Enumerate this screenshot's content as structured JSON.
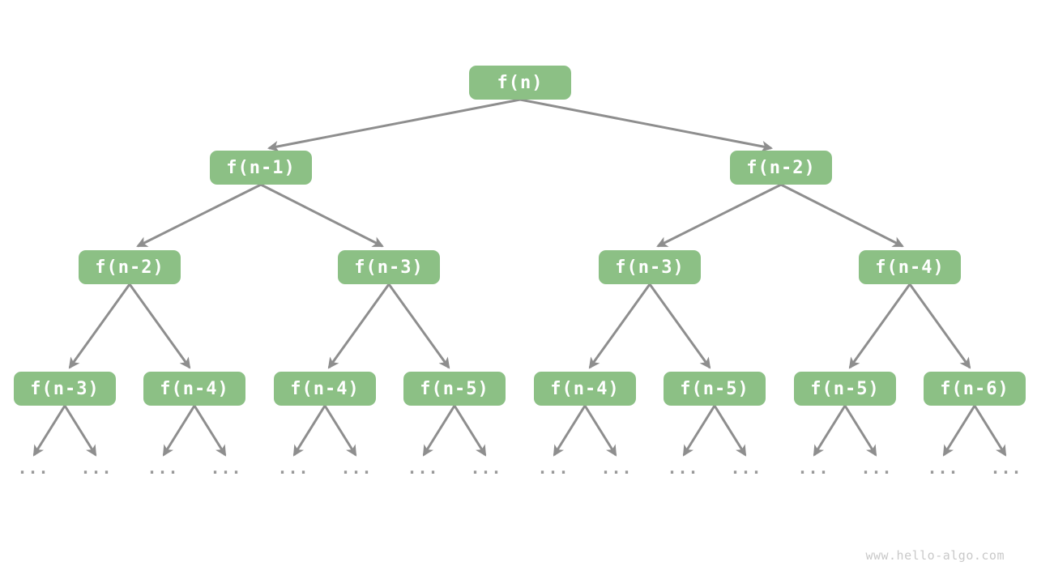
{
  "diagram": {
    "title_semantic": "recursion-tree",
    "root": "f(n)",
    "level2": [
      "f(n-1)",
      "f(n-2)"
    ],
    "level3": [
      "f(n-2)",
      "f(n-3)",
      "f(n-3)",
      "f(n-4)"
    ],
    "level4": [
      "f(n-3)",
      "f(n-4)",
      "f(n-4)",
      "f(n-5)",
      "f(n-4)",
      "f(n-5)",
      "f(n-5)",
      "f(n-6)"
    ],
    "ellipsis": "...",
    "ellipsis_count": 16
  },
  "watermark": "www.hello-algo.com",
  "colors": {
    "node_fill": "#8CC085",
    "node_text": "#FFFFFF",
    "arrow": "#8E8E8E",
    "ellipsis": "#999999",
    "watermark": "#C9C9C9"
  }
}
